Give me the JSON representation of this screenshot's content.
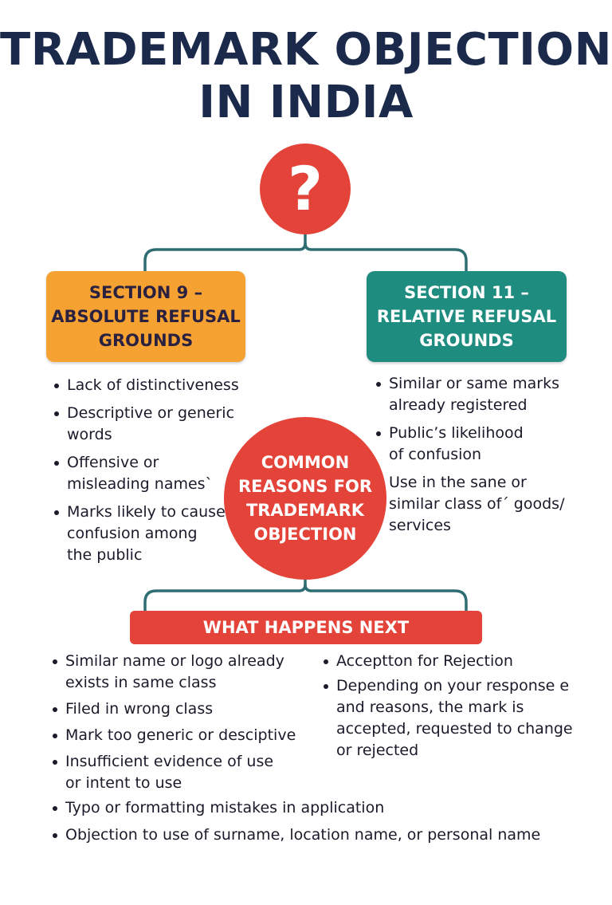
{
  "title": {
    "line1": "TRADEMARK OBJECTION",
    "line2": "IN INDIA"
  },
  "top_icon": {
    "icon": "question-mark-icon",
    "glyph": "?"
  },
  "section9": {
    "heading_lines": [
      "SECTION 9 –",
      "ABSOLUTE REFUSAL",
      "GROUNDS"
    ],
    "items": [
      [
        "Lack of distinctiveness"
      ],
      [
        "Descriptive or generic",
        "words"
      ],
      [
        "Offensive or",
        "misleading names`"
      ],
      [
        "Marks likely to cause",
        "confusion among",
        "the public"
      ]
    ]
  },
  "section11": {
    "heading_lines": [
      "SECTION 11 –",
      "RELATIVE REFUSAL",
      "GROUNDS"
    ],
    "items": [
      [
        "Similar or same marks",
        "already registered"
      ],
      [
        "Public’s likelihood",
        "of confusion"
      ],
      [
        "Use in the sane or",
        "similar class of´ goods/",
        "services"
      ]
    ]
  },
  "center": {
    "lines": [
      "COMMON",
      "REASONS FOR",
      "TRADEMARK",
      "OBJECTION"
    ]
  },
  "next": {
    "label": "WHAT HAPPENS NEXT",
    "left_items": [
      [
        "Similar name or logo already",
        "exists in same class"
      ],
      [
        "Filed in wrong class"
      ],
      [
        "Mark too generic or desciptive"
      ],
      [
        "Insufficient evidence of use",
        "or intent to use"
      ]
    ],
    "right_items": [
      [
        "Acceptton for Rejection"
      ],
      [
        "Depending on your response e",
        "and reasons, the mark is",
        "accepted, requested to change",
        "or rejected"
      ]
    ],
    "full_items": [
      [
        "Typo or formatting mistakes in application"
      ],
      [
        "Objection to use of surname, location name, or personal name"
      ]
    ]
  },
  "colors": {
    "title": "#1b2a4a",
    "red": "#e4433a",
    "orange": "#f6a233",
    "teal": "#1f8c80",
    "connector": "#2e6e73"
  }
}
